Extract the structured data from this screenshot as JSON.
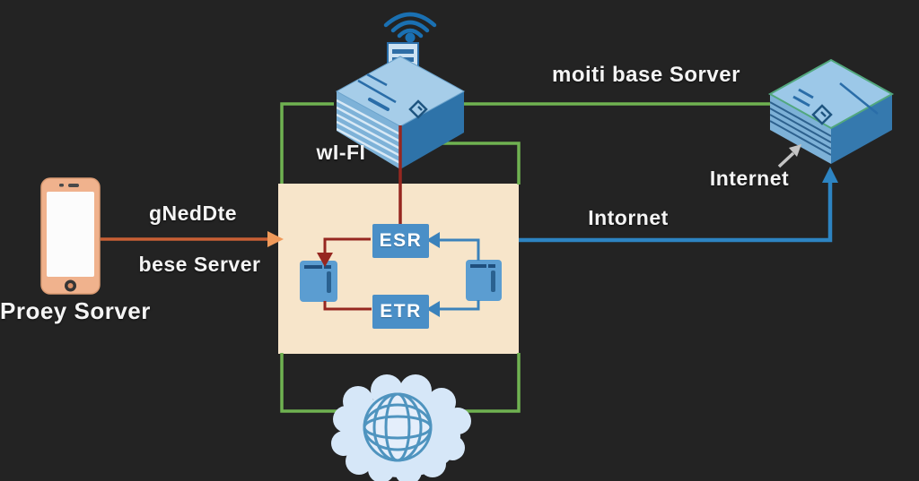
{
  "diagram": {
    "labels": {
      "proxy_server": "Proey Sorver",
      "gnb_note": "gNedDte",
      "base_server": "bese Server",
      "wifi": "wI-FI",
      "multi_base_server": "moiti base Sorver",
      "internet_mid": "Intornet",
      "internet_right": "Internet",
      "esr": "ESR",
      "etr": "ETR"
    },
    "icons": {
      "phone": "smartphone-icon",
      "top_server": "wifi-router-server-icon",
      "wifi": "wifi-signal-icon",
      "right_server": "internet-server-icon",
      "cloud": "internet-globe-cloud-icon",
      "mini_left": "router-unit-icon",
      "mini_right": "router-unit-icon"
    },
    "colors": {
      "background": "#232323",
      "panel": "#f7e5ca",
      "green_line": "#6fb251",
      "red_line": "#962720",
      "blue_line": "#3b82bb",
      "blue_line_bright": "#2d84c2",
      "orange_line": "#c95f35",
      "orange_arrow": "#f09a5a",
      "node_blue": "#4a8fc7",
      "phone_body": "#f0b28d",
      "cloud_fill": "#d6e7f8",
      "globe_stroke": "#4f94bf",
      "server_top": "#a6cde9",
      "server_right_face": "#2e73a9",
      "gray_arrow": "#c4c4c4"
    }
  }
}
